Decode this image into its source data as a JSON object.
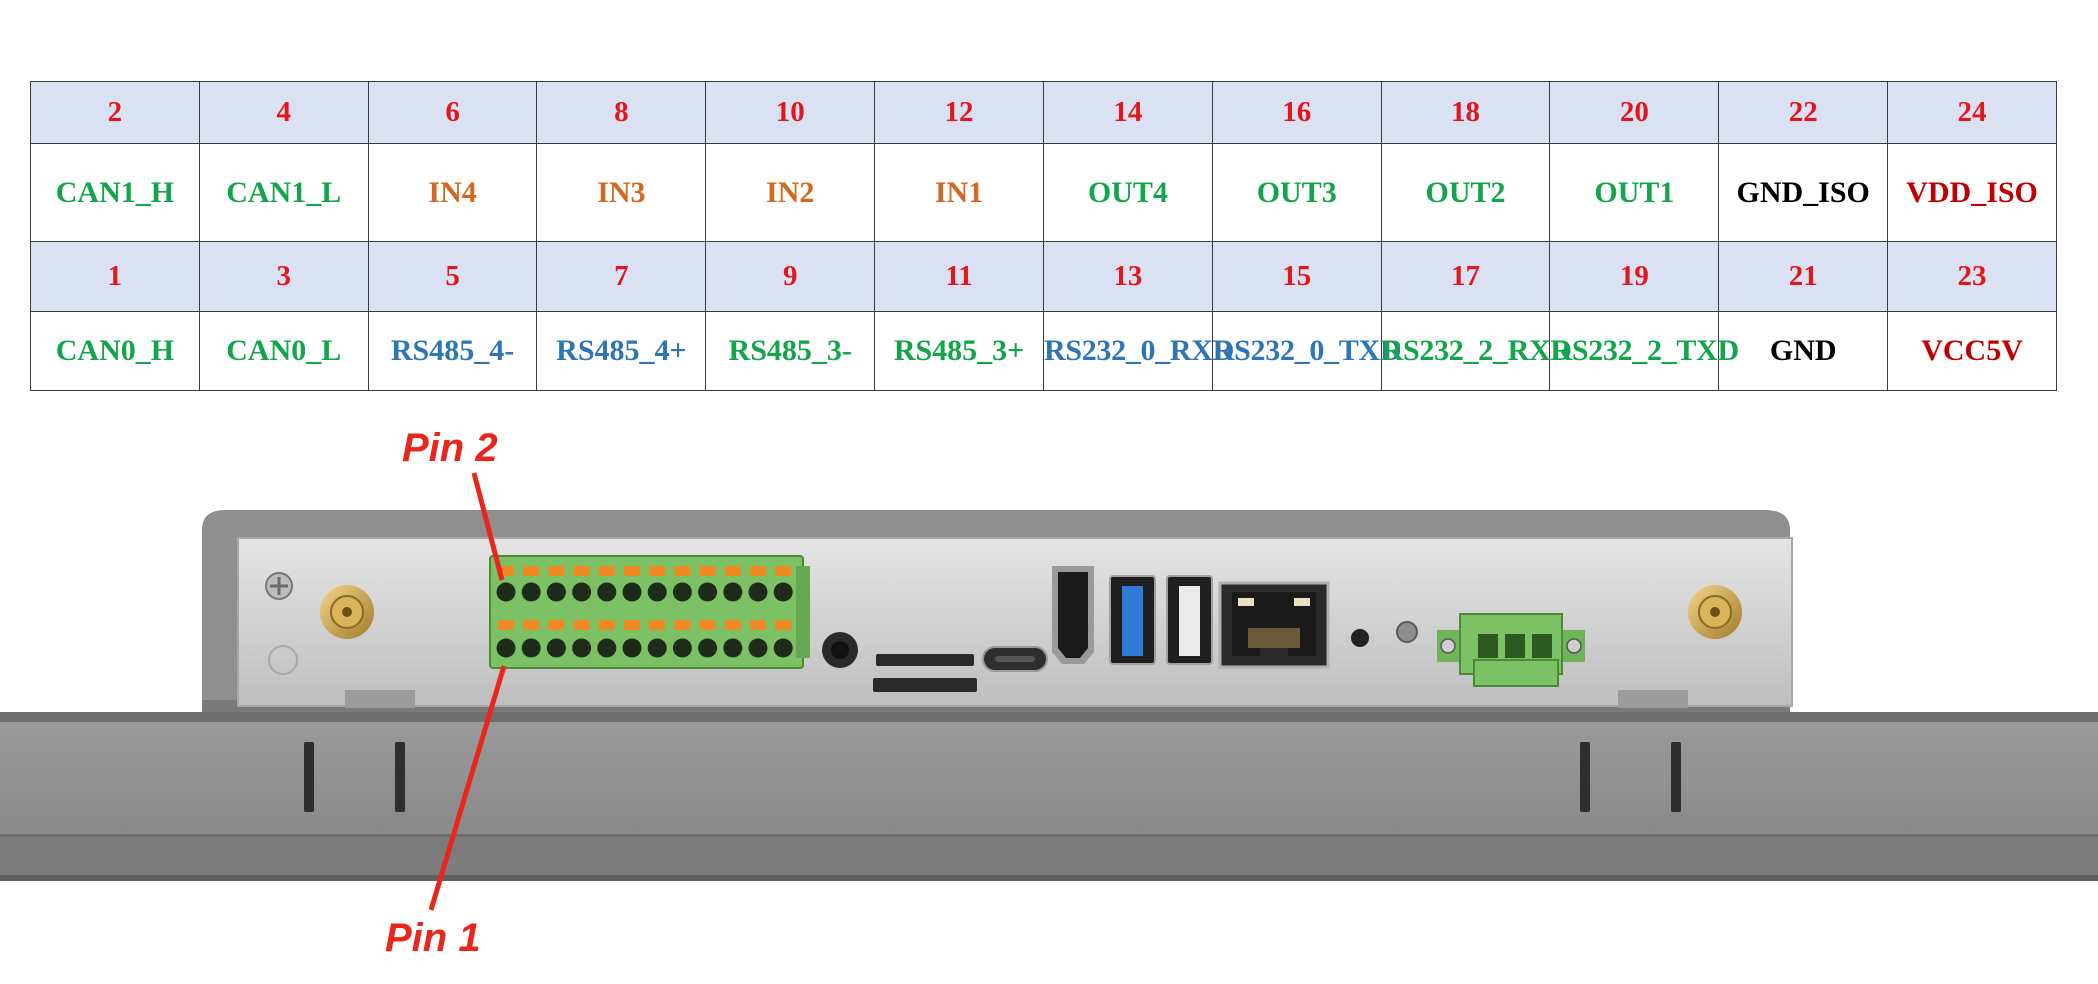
{
  "pin_table": {
    "rows": [
      {
        "kind": "num",
        "cells": [
          "2",
          "4",
          "6",
          "8",
          "10",
          "12",
          "14",
          "16",
          "18",
          "20",
          "22",
          "24"
        ]
      },
      {
        "kind": "sig",
        "cells": [
          {
            "t": "CAN1_H",
            "c": "green"
          },
          {
            "t": "CAN1_L",
            "c": "green"
          },
          {
            "t": "IN4",
            "c": "orange"
          },
          {
            "t": "IN3",
            "c": "orange"
          },
          {
            "t": "IN2",
            "c": "orange"
          },
          {
            "t": "IN1",
            "c": "orange"
          },
          {
            "t": "OUT4",
            "c": "green"
          },
          {
            "t": "OUT3",
            "c": "green"
          },
          {
            "t": "OUT2",
            "c": "green"
          },
          {
            "t": "OUT1",
            "c": "green"
          },
          {
            "t": "GND_ISO",
            "c": "black"
          },
          {
            "t": "VDD_ISO",
            "c": "red"
          }
        ]
      },
      {
        "kind": "num",
        "cells": [
          "1",
          "3",
          "5",
          "7",
          "9",
          "11",
          "13",
          "15",
          "17",
          "19",
          "21",
          "23"
        ]
      },
      {
        "kind": "sig",
        "cells": [
          {
            "t": "CAN0_H",
            "c": "green"
          },
          {
            "t": "CAN0_L",
            "c": "green"
          },
          {
            "t": "RS485_4-",
            "c": "blue"
          },
          {
            "t": "RS485_4+",
            "c": "blue"
          },
          {
            "t": "RS485_3-",
            "c": "green"
          },
          {
            "t": "RS485_3+",
            "c": "green"
          },
          {
            "t": "RS232_0_RXD",
            "c": "blue",
            "small": true
          },
          {
            "t": "RS232_0_TXD",
            "c": "blue",
            "small": true
          },
          {
            "t": "RS232_2_RXD",
            "c": "green",
            "small": true
          },
          {
            "t": "RS232_2_TXD",
            "c": "green",
            "small": true
          },
          {
            "t": "GND",
            "c": "black"
          },
          {
            "t": "VCC5V",
            "c": "red"
          }
        ]
      }
    ]
  },
  "callouts": {
    "pin2": "Pin 2",
    "pin1": "Pin 1"
  },
  "colors": {
    "callout": "#e8261c",
    "header_bg": "#d9e1f2",
    "pin_number": "#e3161b",
    "chassis": "#8e8e8e",
    "terminal_green": "#7cc164",
    "terminal_orange": "#f08a24"
  }
}
